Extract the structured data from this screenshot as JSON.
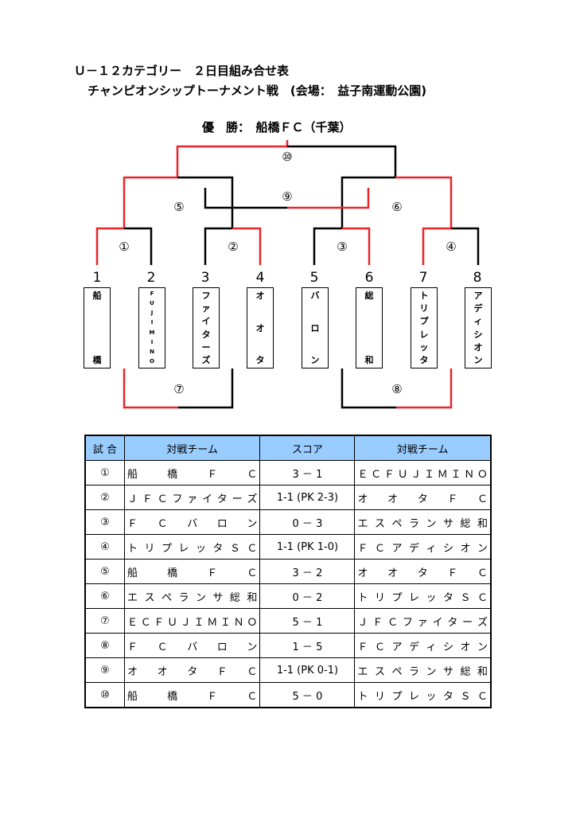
{
  "header": {
    "title": "Ｕ－１２カテゴリー　２日目組み合せ表",
    "subtitle": "チャンピオンシップトーナメント戦　(会場：　益子南運動公園)",
    "winner": "優　勝：　船橋ＦＣ（千葉）"
  },
  "bracket": {
    "teams": [
      {
        "num": "1",
        "chars": [
          "船",
          "橋"
        ]
      },
      {
        "num": "2",
        "chars": [
          "F",
          "U",
          "J",
          "I",
          "M",
          "I",
          "N",
          "O"
        ]
      },
      {
        "num": "3",
        "chars": [
          "フ",
          "ァ",
          "イ",
          "タ",
          "ー",
          "ズ"
        ]
      },
      {
        "num": "4",
        "chars": [
          "オ",
          "オ",
          "タ"
        ]
      },
      {
        "num": "5",
        "chars": [
          "バ",
          "ロ",
          "ン"
        ]
      },
      {
        "num": "6",
        "chars": [
          "総",
          "和"
        ]
      },
      {
        "num": "7",
        "chars": [
          "ト",
          "リ",
          "プ",
          "レ",
          "ッ",
          "タ"
        ]
      },
      {
        "num": "8",
        "chars": [
          "ア",
          "デ",
          "ィ",
          "シ",
          "オ",
          "ン"
        ]
      }
    ],
    "matches": [
      "①",
      "②",
      "③",
      "④",
      "⑤",
      "⑥",
      "⑦",
      "⑧",
      "⑨",
      "⑩"
    ],
    "win_color": "#e8262b",
    "line_color": "#000000"
  },
  "table": {
    "headers": [
      "試 合",
      "対戦チーム",
      "スコア",
      "対戦チーム"
    ],
    "rows": [
      {
        "idx": "①",
        "home": "船橋ＦＣ",
        "score": "3 － 1",
        "away": "ＥＣ ＦＵＪＩＭＩＮＯ"
      },
      {
        "idx": "②",
        "home": "ＪＦＣファイターズ",
        "score": "1-1 (PK 2-3)",
        "away": "オオタＦＣ"
      },
      {
        "idx": "③",
        "home": "ＦＣバロン",
        "score": "0 － 3",
        "away": "エスペランサ総和"
      },
      {
        "idx": "④",
        "home": "トリプレッタＳＣ",
        "score": "1-1 (PK 1-0)",
        "away": "ＦＣアディシオン"
      },
      {
        "idx": "⑤",
        "home": "船橋ＦＣ",
        "score": "3 － 2",
        "away": "オオタＦＣ"
      },
      {
        "idx": "⑥",
        "home": "エスペランサ総和",
        "score": "0 － 2",
        "away": "トリプレッタＳＣ"
      },
      {
        "idx": "⑦",
        "home": "ＥＣ ＦＵＪＩＭＩＮＯ",
        "score": "5 － 1",
        "away": "ＪＦＣファイターズ"
      },
      {
        "idx": "⑧",
        "home": "ＦＣバロン",
        "score": "1 － 5",
        "away": "ＦＣアディシオン"
      },
      {
        "idx": "⑨",
        "home": "オオタＦＣ",
        "score": "1-1 (PK 0-1)",
        "away": "エスペランサ総和"
      },
      {
        "idx": "⑩",
        "home": "船橋ＦＣ",
        "score": "5 － 0",
        "away": "トリプレッタＳＣ"
      }
    ]
  }
}
